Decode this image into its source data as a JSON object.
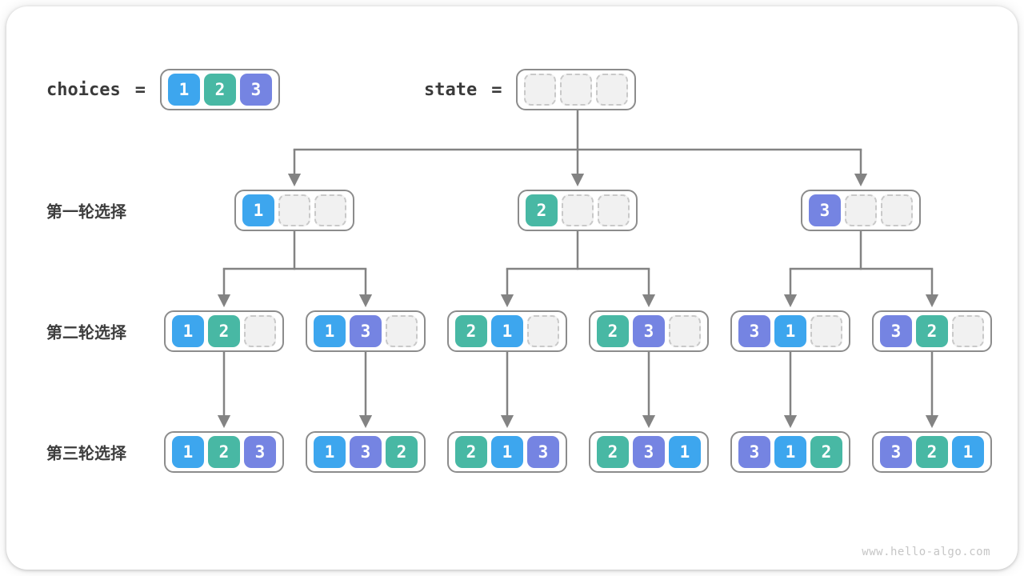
{
  "header": {
    "choices_label": "choices",
    "state_label": "state",
    "equals": "=",
    "choices_cells": [
      "1",
      "2",
      "3"
    ],
    "state_cells": [
      "",
      "",
      ""
    ]
  },
  "colors": {
    "1": "#3DA6EE",
    "2": "#48B8A4",
    "3": "#7584E2",
    "line": "#838383",
    "node_border": "#8C8C8C",
    "empty_fill": "#F1F1F1",
    "empty_border": "#C9C9C9"
  },
  "rows": [
    {
      "label": "第一轮选择",
      "nodes": [
        [
          "1",
          "",
          ""
        ],
        [
          "2",
          "",
          ""
        ],
        [
          "3",
          "",
          ""
        ]
      ]
    },
    {
      "label": "第二轮选择",
      "nodes": [
        [
          "1",
          "2",
          ""
        ],
        [
          "1",
          "3",
          ""
        ],
        [
          "2",
          "1",
          ""
        ],
        [
          "2",
          "3",
          ""
        ],
        [
          "3",
          "1",
          ""
        ],
        [
          "3",
          "2",
          ""
        ]
      ]
    },
    {
      "label": "第三轮选择",
      "nodes": [
        [
          "1",
          "2",
          "3"
        ],
        [
          "1",
          "3",
          "2"
        ],
        [
          "2",
          "1",
          "3"
        ],
        [
          "2",
          "3",
          "1"
        ],
        [
          "3",
          "1",
          "2"
        ],
        [
          "3",
          "2",
          "1"
        ]
      ]
    }
  ],
  "footer": {
    "watermark": "www.hello-algo.com"
  }
}
